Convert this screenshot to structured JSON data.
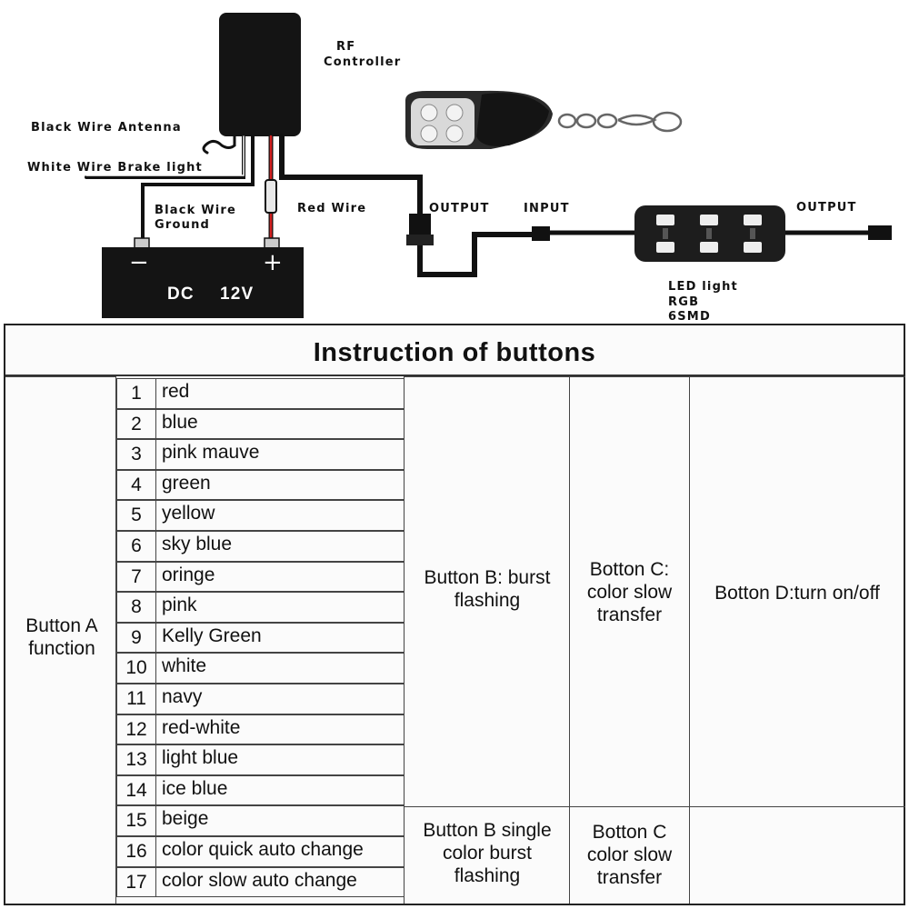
{
  "diagram": {
    "rf_controller_label_1": "RF",
    "rf_controller_label_2": "Controller",
    "antenna_label": "Black Wire Antenna",
    "brake_label": "White  Wire Brake light",
    "ground_label_1": "Black Wire",
    "ground_label_2": "Ground",
    "red_wire_label": "Red Wire",
    "battery_minus": "−",
    "battery_plus": "+",
    "battery_dc": "DC",
    "battery_voltage": "12V",
    "output_label_1": "OUTPUT",
    "input_label": "INPUT",
    "output_label_2": "OUTPUT",
    "led_label_1": "LED light",
    "led_label_2": "RGB",
    "led_label_3": "6SMD"
  },
  "table": {
    "title": "Instruction of buttons",
    "button_a_label": "Button A function",
    "colors": [
      {
        "num": "1",
        "label": "red"
      },
      {
        "num": "2",
        "label": "blue"
      },
      {
        "num": "3",
        "label": "pink mauve"
      },
      {
        "num": "4",
        "label": "green"
      },
      {
        "num": "5",
        "label": "yellow"
      },
      {
        "num": "6",
        "label": "sky blue"
      },
      {
        "num": "7",
        "label": "oringe"
      },
      {
        "num": "8",
        "label": "pink"
      },
      {
        "num": "9",
        "label": "Kelly Green"
      },
      {
        "num": "10",
        "label": "white"
      },
      {
        "num": "11",
        "label": "navy"
      },
      {
        "num": "12",
        "label": "red-white"
      },
      {
        "num": "13",
        "label": "light blue"
      },
      {
        "num": "14",
        "label": "ice blue"
      },
      {
        "num": "15",
        "label": "beige"
      },
      {
        "num": "16",
        "label": "color quick auto change"
      },
      {
        "num": "17",
        "label": "color slow auto change"
      }
    ],
    "button_b_main": "Button B: burst flashing",
    "button_c_main": "Botton C: color slow transfer",
    "button_d_main": "Botton D:turn on/off",
    "button_b_auto": "Button B single color burst flashing",
    "button_c_auto": "Botton C color slow transfer"
  }
}
